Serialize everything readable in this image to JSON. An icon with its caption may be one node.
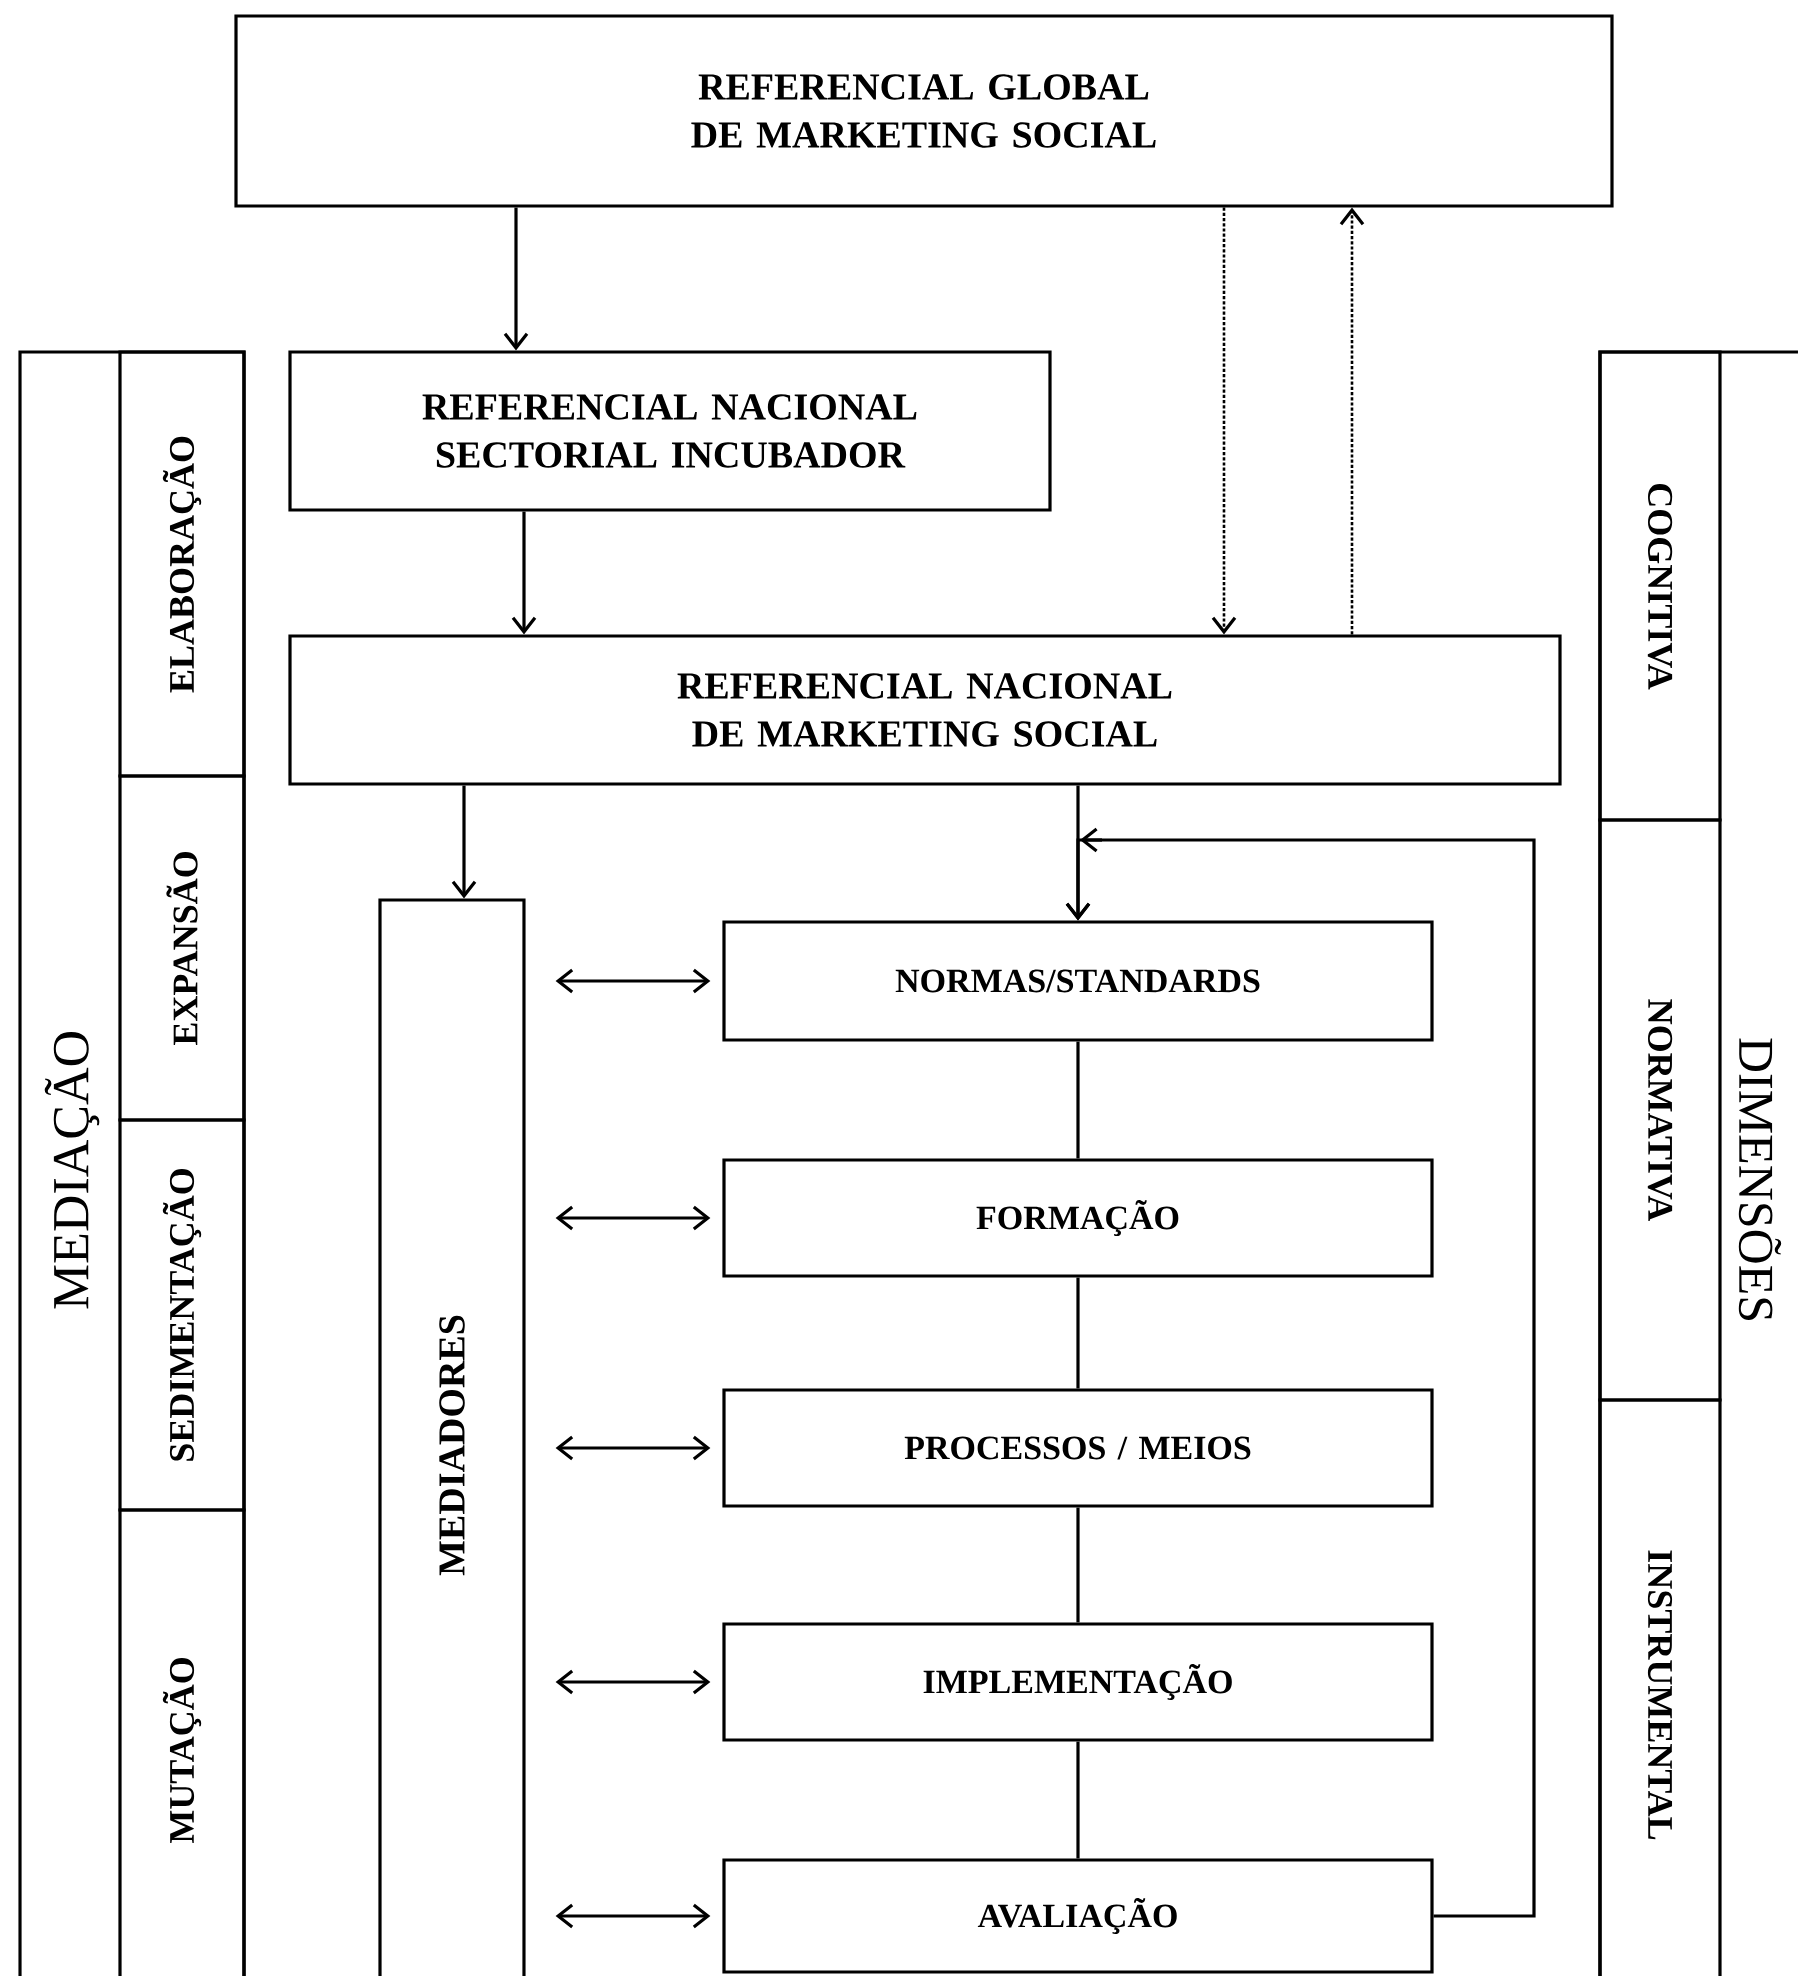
{
  "diagram": {
    "nodes": [
      {
        "text": [
          "REFERENCIAL GLOBAL DE MARKETING SOCIAL"
        ]
      },
      {
        "text": [
          "MEDIAÇÃO"
        ]
      },
      {
        "text": [
          "ELABORAÇÃO"
        ],
        "in": 1
      },
      {
        "text": [
          "EXPANSÃO"
        ],
        "in": 1
      },
      {
        "text": [
          "SEDIMENTAÇÃO"
        ],
        "in": 1
      },
      {
        "text": [
          "MUTAÇÃO"
        ],
        "in": 1
      },
      {
        "text": [
          "REFERENCIAL NACIONAL SECTORIAL INCUBADOR"
        ]
      },
      {
        "text": [
          "REFERENCIAL NACIONAL DE MARKETING SOCIAL"
        ]
      },
      {
        "text": [
          "DIMENSÕES"
        ]
      },
      {
        "text": [
          "COGNITIVA"
        ],
        "in": 8
      },
      {
        "text": [
          "NORMATIVA"
        ],
        "in": 8
      },
      {
        "text": [
          "INSTRUMENTAL"
        ],
        "in": 8
      },
      {
        "text": [
          "MEDIADORES"
        ]
      },
      {
        "text": [
          "NORMAS/STANDARDS"
        ]
      },
      {
        "text": [
          "FORMAÇÃO"
        ]
      },
      {
        "text": [
          "PROCESSOS / MEIOS"
        ]
      },
      {
        "text": [
          "IMPLEMENTAÇÃO"
        ]
      },
      {
        "text": [
          "AVALIAÇÃO"
        ]
      }
    ],
    "edges": [
      {
        "from": 0,
        "to": 6,
        "arrow": "to"
      },
      {
        "from": 6,
        "to": 7,
        "arrow": "to"
      },
      {
        "from": 0,
        "to": 7,
        "arrow": "to",
        "style": "dashed"
      },
      {
        "from": 7,
        "to": 0,
        "arrow": "to",
        "style": "dashed"
      },
      {
        "from": 7,
        "to": 12,
        "arrow": "to"
      },
      {
        "from": 7,
        "to": 13,
        "arrow": "to"
      },
      {
        "from": 17,
        "to": 13,
        "arrow": "to"
      },
      {
        "from": 12,
        "to": 13,
        "arrow": "both"
      },
      {
        "from": 12,
        "to": 14,
        "arrow": "both"
      },
      {
        "from": 12,
        "to": 15,
        "arrow": "both"
      },
      {
        "from": 12,
        "to": 16,
        "arrow": "both"
      },
      {
        "from": 12,
        "to": 17,
        "arrow": "both"
      },
      {
        "from": 13,
        "to": 14,
        "arrow": "none"
      },
      {
        "from": 14,
        "to": 15,
        "arrow": "none"
      },
      {
        "from": 15,
        "to": 16,
        "arrow": "none"
      },
      {
        "from": 16,
        "to": 17,
        "arrow": "none"
      }
    ]
  }
}
